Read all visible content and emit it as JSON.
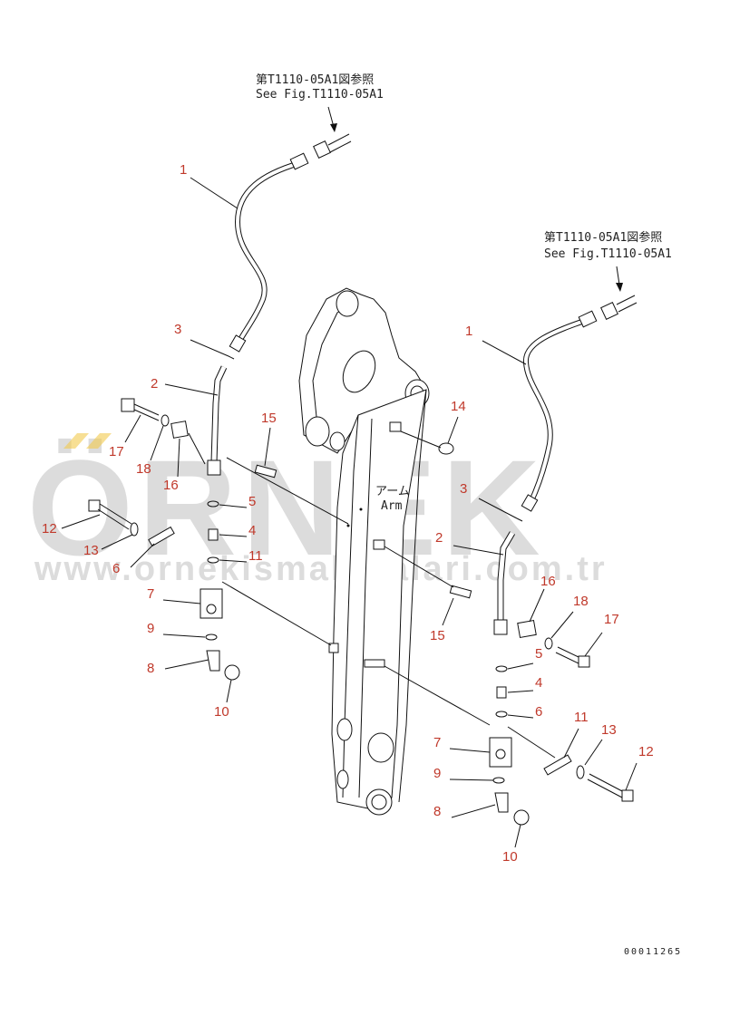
{
  "references": {
    "left_jp": "第T1110-05A1図参照",
    "left_en": "See Fig.T1110-05A1",
    "right_jp": "第T1110-05A1図参照",
    "right_en": "See Fig.T1110-05A1"
  },
  "arm_label": {
    "jp": "アーム",
    "en": "Arm"
  },
  "drawing_code": "00011265",
  "watermark": {
    "brand": "ÖRNEK",
    "url": "www.ornekismakinalari.com.tr"
  },
  "callouts_left": [
    "1",
    "3",
    "2",
    "15",
    "17",
    "18",
    "16",
    "5",
    "12",
    "4",
    "13",
    "11",
    "6",
    "7",
    "9",
    "8",
    "10"
  ],
  "callouts_right": [
    "1",
    "14",
    "3",
    "2",
    "16",
    "18",
    "17",
    "15",
    "5",
    "4",
    "6",
    "11",
    "13",
    "12",
    "7",
    "9",
    "8",
    "10"
  ],
  "colors": {
    "callout": "#c0392b",
    "line": "#111111",
    "watermark": "#9a9a9a",
    "watermark_accent": "#f2c94c"
  }
}
